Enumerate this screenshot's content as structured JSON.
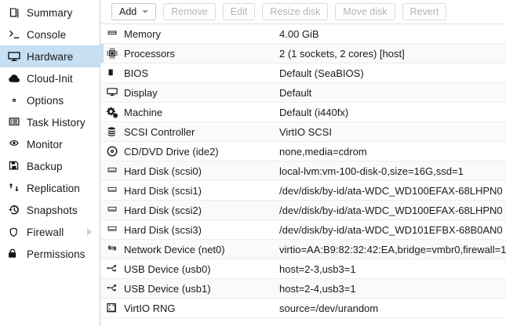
{
  "sidebar": {
    "items": [
      {
        "label": "Summary",
        "icon": "book-icon",
        "selected": false,
        "submenu": false
      },
      {
        "label": "Console",
        "icon": "terminal-icon",
        "selected": false,
        "submenu": false
      },
      {
        "label": "Hardware",
        "icon": "monitor-icon",
        "selected": true,
        "submenu": false
      },
      {
        "label": "Cloud-Init",
        "icon": "cloud-icon",
        "selected": false,
        "submenu": false
      },
      {
        "label": "Options",
        "icon": "gear-icon",
        "selected": false,
        "submenu": false
      },
      {
        "label": "Task History",
        "icon": "list-icon",
        "selected": false,
        "submenu": false
      },
      {
        "label": "Monitor",
        "icon": "eye-icon",
        "selected": false,
        "submenu": false
      },
      {
        "label": "Backup",
        "icon": "floppy-icon",
        "selected": false,
        "submenu": false
      },
      {
        "label": "Replication",
        "icon": "sync-icon",
        "selected": false,
        "submenu": false
      },
      {
        "label": "Snapshots",
        "icon": "history-icon",
        "selected": false,
        "submenu": false
      },
      {
        "label": "Firewall",
        "icon": "shield-icon",
        "selected": false,
        "submenu": true
      },
      {
        "label": "Permissions",
        "icon": "unlock-icon",
        "selected": false,
        "submenu": false
      }
    ]
  },
  "toolbar": {
    "buttons": [
      {
        "label": "Add",
        "enabled": true,
        "caret": true
      },
      {
        "label": "Remove",
        "enabled": false,
        "caret": false
      },
      {
        "label": "Edit",
        "enabled": false,
        "caret": false
      },
      {
        "label": "Resize disk",
        "enabled": false,
        "caret": false
      },
      {
        "label": "Move disk",
        "enabled": false,
        "caret": false
      },
      {
        "label": "Revert",
        "enabled": false,
        "caret": false
      }
    ]
  },
  "hardware": {
    "rows": [
      {
        "icon": "memory-icon",
        "key": "Memory",
        "value": "4.00 GiB",
        "marked": false
      },
      {
        "icon": "cpu-icon",
        "key": "Processors",
        "value": "2 (1 sockets, 2 cores) [host]",
        "marked": true
      },
      {
        "icon": "chip-icon",
        "key": "BIOS",
        "value": "Default (SeaBIOS)",
        "marked": false
      },
      {
        "icon": "display-icon",
        "key": "Display",
        "value": "Default",
        "marked": false
      },
      {
        "icon": "gears-icon",
        "key": "Machine",
        "value": "Default (i440fx)",
        "marked": false
      },
      {
        "icon": "database-icon",
        "key": "SCSI Controller",
        "value": "VirtIO SCSI",
        "marked": false
      },
      {
        "icon": "disc-icon",
        "key": "CD/DVD Drive (ide2)",
        "value": "none,media=cdrom",
        "marked": false
      },
      {
        "icon": "harddisk-icon",
        "key": "Hard Disk (scsi0)",
        "value": "local-lvm:vm-100-disk-0,size=16G,ssd=1",
        "marked": false
      },
      {
        "icon": "harddisk-icon",
        "key": "Hard Disk (scsi1)",
        "value": "/dev/disk/by-id/ata-WDC_WD100EFAX-68LHPN0",
        "marked": false
      },
      {
        "icon": "harddisk-icon",
        "key": "Hard Disk (scsi2)",
        "value": "/dev/disk/by-id/ata-WDC_WD100EFAX-68LHPN0",
        "marked": false
      },
      {
        "icon": "harddisk-icon",
        "key": "Hard Disk (scsi3)",
        "value": "/dev/disk/by-id/ata-WDC_WD101EFBX-68B0AN0",
        "marked": false
      },
      {
        "icon": "network-icon",
        "key": "Network Device (net0)",
        "value": "virtio=AA:B9:82:32:42:EA,bridge=vmbr0,firewall=1",
        "marked": false
      },
      {
        "icon": "usb-icon",
        "key": "USB Device (usb0)",
        "value": "host=2-3,usb3=1",
        "marked": false
      },
      {
        "icon": "usb-icon",
        "key": "USB Device (usb1)",
        "value": "host=2-4,usb3=1",
        "marked": false
      },
      {
        "icon": "dice-icon",
        "key": "VirtIO RNG",
        "value": "source=/dev/urandom",
        "marked": false
      }
    ]
  },
  "colors": {
    "selection": "#c6dff2",
    "row_alt": "#fafafa",
    "border": "#ededed",
    "text": "#1a1a1a",
    "disabled_text": "#b4b4b4"
  }
}
